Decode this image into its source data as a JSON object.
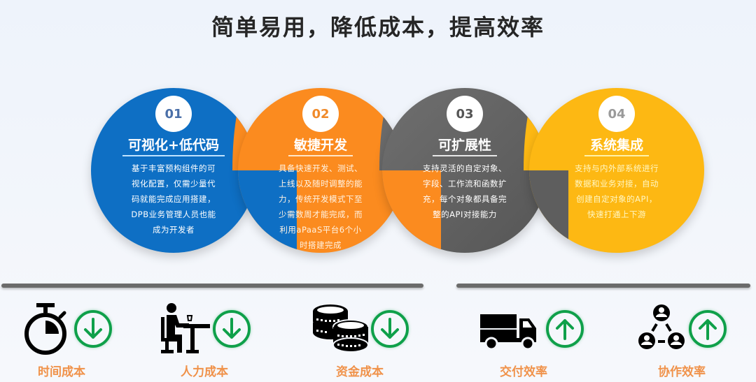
{
  "title": "简单易用，降低成本，提高效率",
  "features": [
    {
      "number": "01",
      "heading": "可视化+低代码",
      "lines": [
        "基于丰富预构组件的可",
        "视化配置，仅需少量代",
        "码就能完成应用搭建，",
        "DPB业务管理人员也能",
        "成为开发者"
      ],
      "color": "#0e6fc4"
    },
    {
      "number": "02",
      "heading": "敏捷开发",
      "lines": [
        "具备快速开发、测试、",
        "上线以及随时调整的能",
        "力，传统开发模式下至",
        "少需数周才能完成，而",
        "利用aPaaS平台6个小",
        "时搭建完成"
      ],
      "color": "#fb8b1f"
    },
    {
      "number": "03",
      "heading": "可扩展性",
      "lines": [
        "支持灵活的自定对象、",
        "字段、工作流和函数扩",
        "充，每个对象都具备完",
        "整的API对接能力"
      ],
      "color": "#5e5e5e"
    },
    {
      "number": "04",
      "heading": "系统集成",
      "lines": [
        "支持与内外部系统进行",
        "数据和业务对接，自动",
        "创建自定对象的API，",
        "快速打通上下游"
      ],
      "color": "#fdb813"
    }
  ],
  "benefits": [
    {
      "label": "时间成本",
      "icon": "stopwatch-icon",
      "direction": "down"
    },
    {
      "label": "人力成本",
      "icon": "person-at-desk-icon",
      "direction": "down"
    },
    {
      "label": "资金成本",
      "icon": "coins-icon",
      "direction": "down"
    },
    {
      "label": "交付效率",
      "icon": "truck-icon",
      "direction": "up"
    },
    {
      "label": "协作效率",
      "icon": "team-network-icon",
      "direction": "up"
    }
  ],
  "colors": {
    "arrow_green": "#0fa04a",
    "label_orange": "#f0924a",
    "divider_gray": "#6b6b6b"
  }
}
